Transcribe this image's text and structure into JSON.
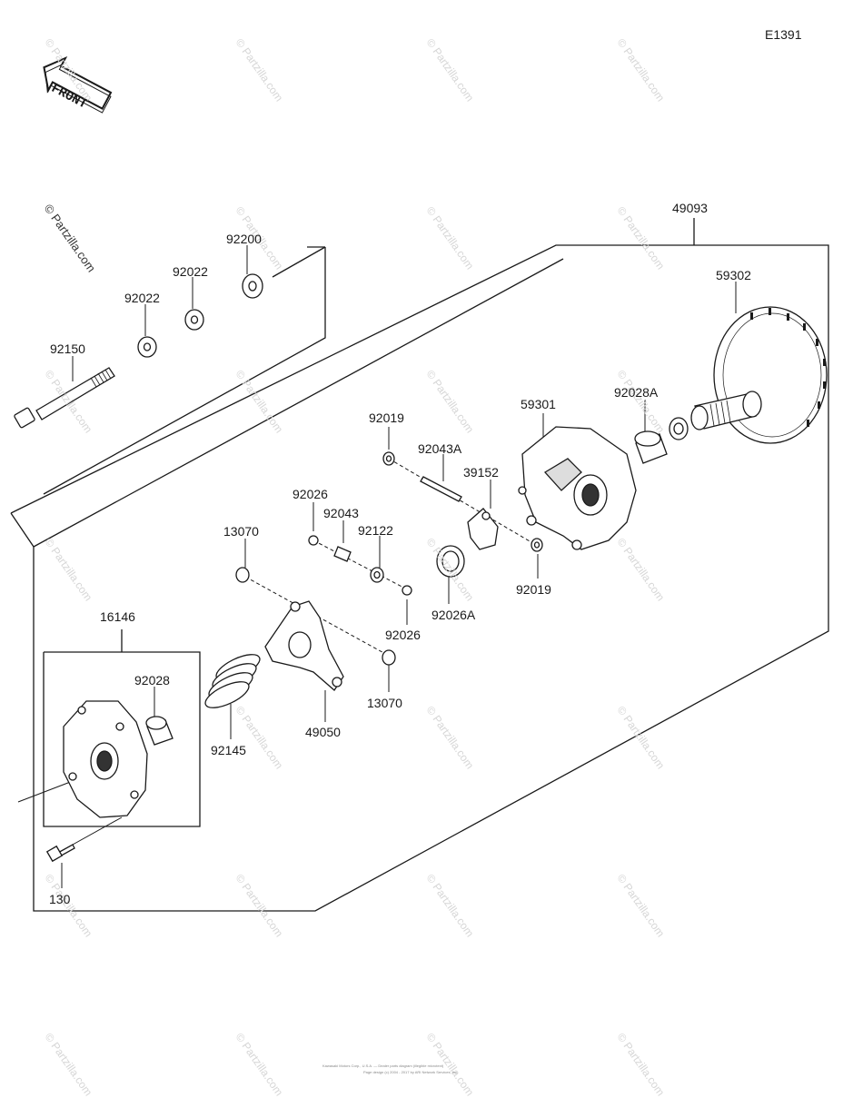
{
  "diagram_id": "E1391",
  "front_label": "FRONT",
  "copyright_watermark": "© Partzilla.com",
  "watermark": "© Partzilla.com",
  "footer": {
    "line1": "Kawasaki Motors Corp., U.S.A. — Dealer parts diagram (illegible microtext)",
    "line2": "Page design (c) 2004 - 2017 by ARI Network Services, Inc."
  },
  "parts": {
    "p49093": "49093",
    "p59302": "59302",
    "p92028A": "92028A",
    "p59301": "59301",
    "p92200": "92200",
    "p92022a": "92022",
    "p92022b": "92022",
    "p92150": "92150",
    "p92019a": "92019",
    "p92043A": "92043A",
    "p39152": "39152",
    "p92026a": "92026",
    "p92043": "92043",
    "p92122": "92122",
    "p13070a": "13070",
    "p92019b": "92019",
    "p92026A": "92026A",
    "p92026b": "92026",
    "p16146": "16146",
    "p92028": "92028",
    "p13070b": "13070",
    "p49050": "49050",
    "p92145": "92145",
    "p130": "130"
  }
}
